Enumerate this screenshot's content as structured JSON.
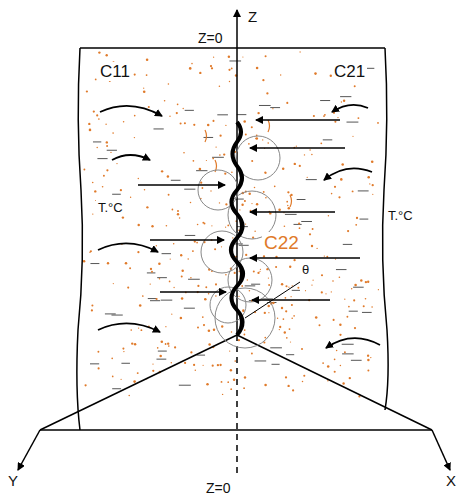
{
  "diagram": {
    "labels": [
      "Z",
      "Z=0",
      "C11",
      "C21",
      "C22",
      "T.°C",
      "T.°C",
      "θ",
      "Z=0",
      "Y",
      "X"
    ]
  }
}
